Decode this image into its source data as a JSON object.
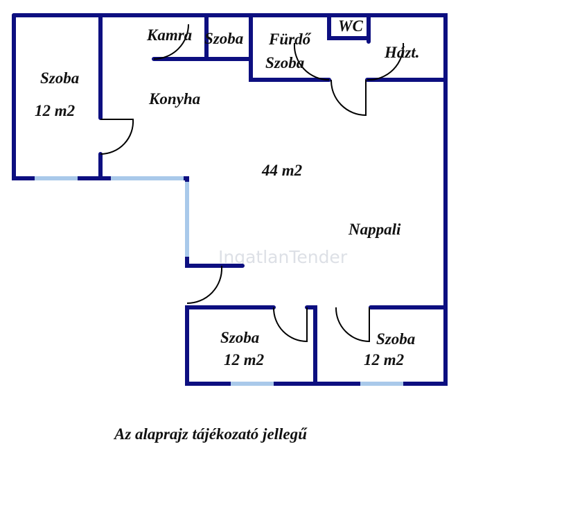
{
  "rooms": {
    "left_room": {
      "name": "Szoba",
      "area": "12 m2"
    },
    "kamra": {
      "name": "Kamra"
    },
    "small_room": {
      "name": "Szoba"
    },
    "bathroom": {
      "name_line1": "Fürdő",
      "name_line2": "Szoba"
    },
    "wc": {
      "name": "WC"
    },
    "hazt": {
      "name": "Házt."
    },
    "kitchen": {
      "name": "Konyha"
    },
    "living": {
      "name": "Nappali",
      "area": "44 m2"
    },
    "bottom_left_room": {
      "name": "Szoba",
      "area": "12 m2"
    },
    "bottom_right_room": {
      "name": "Szoba",
      "area": "12 m2"
    }
  },
  "watermark": "IngatlanTender",
  "note": "Az alaprajz tájékozató jellegű",
  "colors": {
    "wall": "#0d0f80",
    "window": "#a9c9ea"
  }
}
